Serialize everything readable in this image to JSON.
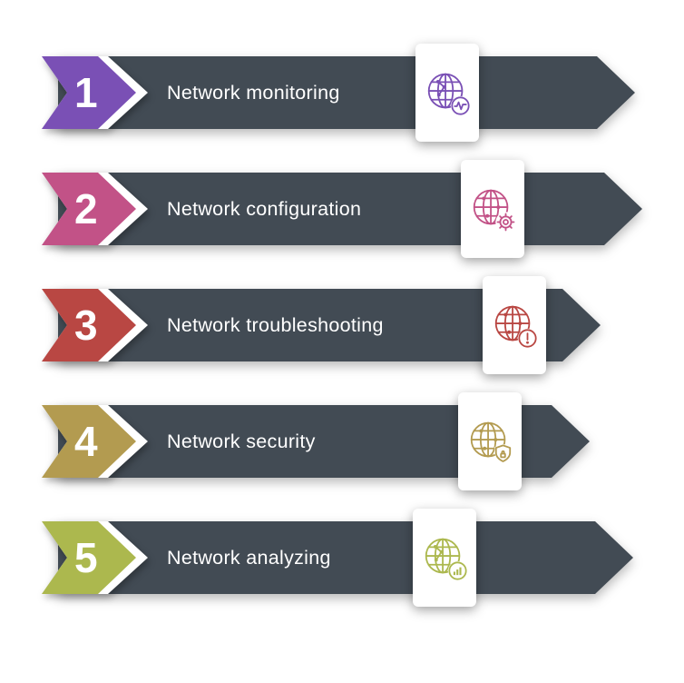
{
  "colors": {
    "banner": "#424B54",
    "background": "#FFFFFF",
    "text": "#FFFFFF"
  },
  "items": [
    {
      "number": "1",
      "label": "Network monitoring",
      "color": "#7A50B5",
      "icon": "globe-pulse-icon"
    },
    {
      "number": "2",
      "label": "Network configuration",
      "color": "#C25287",
      "icon": "globe-gear-icon"
    },
    {
      "number": "3",
      "label": "Network troubleshooting",
      "color": "#B94743",
      "icon": "globe-alert-icon"
    },
    {
      "number": "4",
      "label": "Network security",
      "color": "#B39B50",
      "icon": "globe-shield-icon"
    },
    {
      "number": "5",
      "label": "Network analyzing",
      "color": "#ACB84E",
      "icon": "globe-chart-icon"
    }
  ]
}
